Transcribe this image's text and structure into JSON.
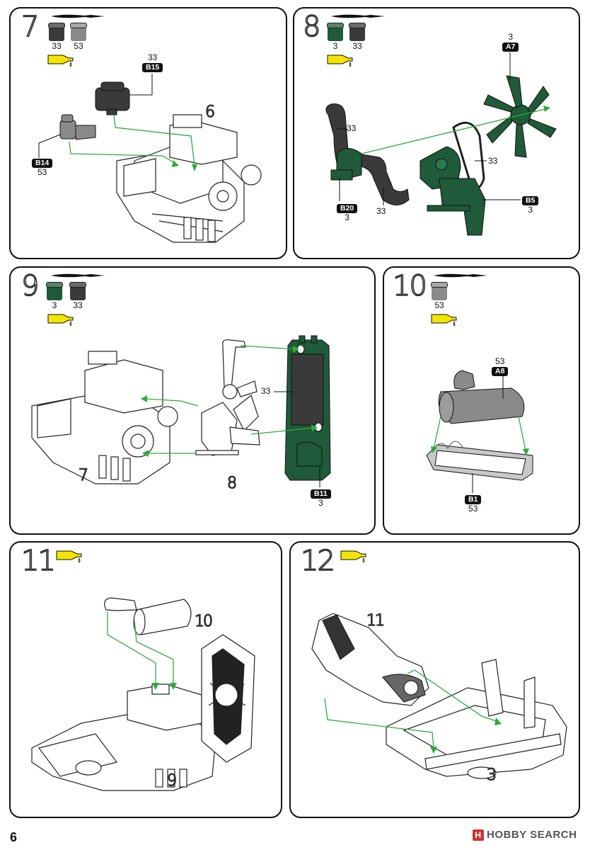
{
  "page_number": "6",
  "watermark": "HOBBY SEARCH",
  "colors": {
    "green": "#1f5a3a",
    "dark_gray": "#3a3a3a",
    "gray": "#8a8a8a",
    "light_gray": "#c8c8c8",
    "arrow_green": "#2eaa3e",
    "glue": "#f3e500"
  },
  "icons": {
    "brush": "paintbrush-icon",
    "glue": "glue-tube-icon",
    "paint": "paint-jar-icon"
  },
  "steps": [
    {
      "number": "7",
      "paints": [
        "33",
        "53"
      ],
      "part_codes": {
        "b15": "B15",
        "b14": "B14"
      },
      "part_colors": {
        "b15": "33",
        "b14": "53"
      },
      "ref": "6"
    },
    {
      "number": "8",
      "paints": [
        "3",
        "33"
      ],
      "part_codes": {
        "a7": "A7",
        "b20": "B20",
        "b5": "B5"
      },
      "part_colors": {
        "a7": "3",
        "b20": "3",
        "b5": "3",
        "hose1": "33",
        "hose2": "33",
        "belt": "33"
      }
    },
    {
      "number": "9",
      "paints": [
        "3",
        "33"
      ],
      "part_codes": {
        "b11": "B11"
      },
      "part_colors": {
        "b11": "3",
        "core": "33"
      },
      "refs": [
        "7",
        "8"
      ]
    },
    {
      "number": "10",
      "paints": [
        "53"
      ],
      "part_codes": {
        "a8": "A8",
        "b1": "B1"
      },
      "part_colors": {
        "a8": "53",
        "b1": "53"
      }
    },
    {
      "number": "11",
      "refs": [
        "10",
        "9"
      ]
    },
    {
      "number": "12",
      "refs": [
        "11",
        "3"
      ]
    }
  ]
}
